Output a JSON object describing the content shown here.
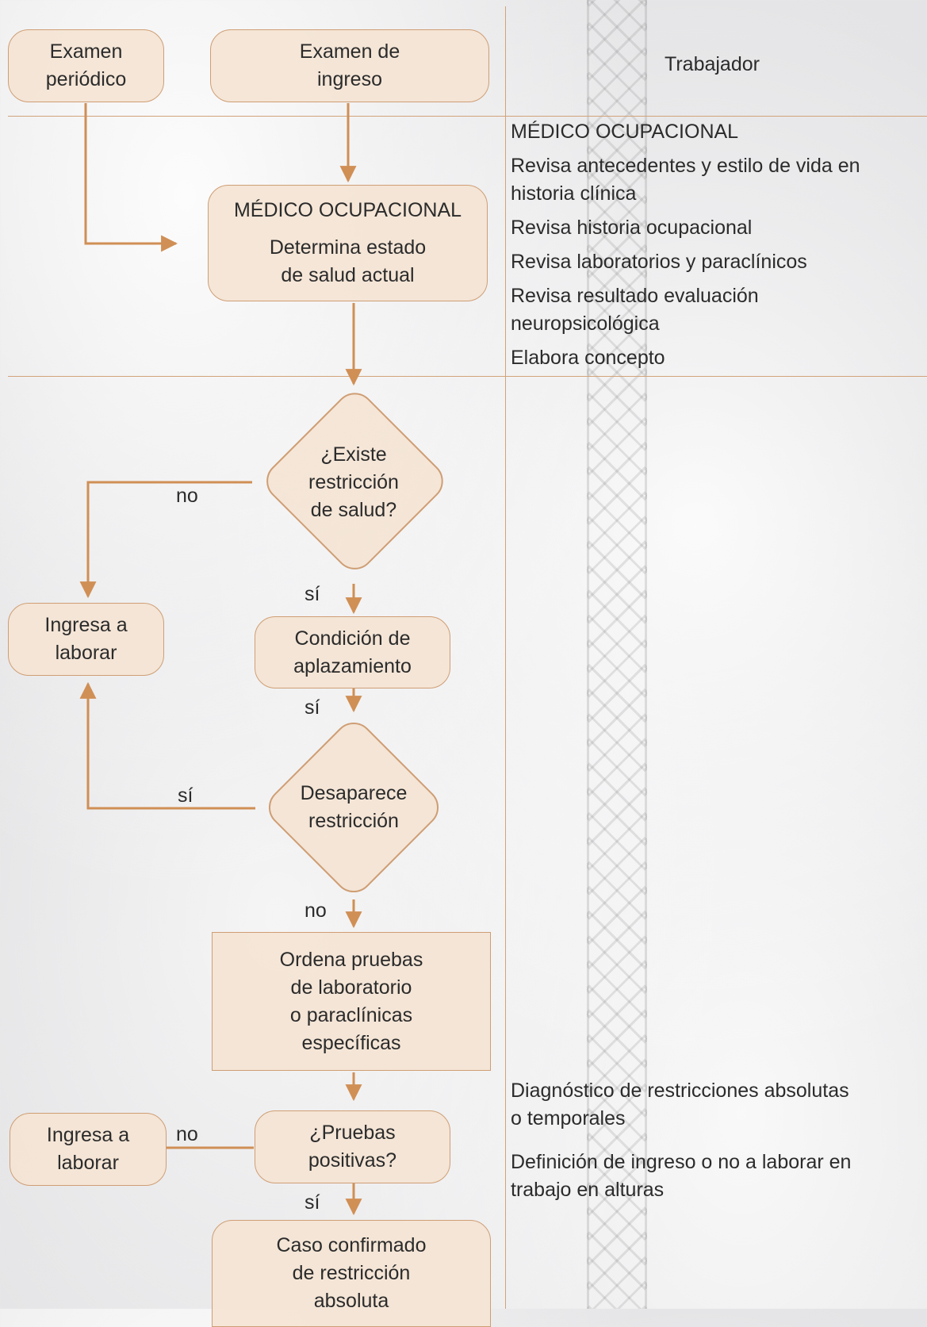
{
  "header": {
    "lane_title": "Trabajador"
  },
  "flow": {
    "periodic_exam": [
      "Examen",
      "periódico"
    ],
    "entry_exam": [
      "Examen de",
      "ingreso"
    ],
    "physician_box": {
      "title": "MÉDICO OCUPACIONAL",
      "lines": [
        "Determina estado",
        "de salud actual"
      ]
    },
    "decision_restriction": [
      "¿Existe",
      "restricción",
      "de salud?"
    ],
    "work_entry_1": [
      "Ingresa a",
      "laborar"
    ],
    "postponement": [
      "Condición de",
      "aplazamiento"
    ],
    "decision_disappears": [
      "Desaparece",
      "restricción"
    ],
    "order_tests": [
      "Ordena pruebas",
      "de laboratorio",
      "o paraclínicas",
      "específicas"
    ],
    "decision_positive": [
      "¿Pruebas",
      "positivas?"
    ],
    "work_entry_2": [
      "Ingresa a",
      "laborar"
    ],
    "confirmed_case": [
      "Caso confirmado",
      "de restricción",
      "absoluta"
    ]
  },
  "edge_labels": {
    "no_restriction": "no",
    "yes_restriction": "sí",
    "yes_postponement": "sí",
    "yes_disappears": "sí",
    "no_disappears": "no",
    "no_positive": "no",
    "yes_positive": "sí"
  },
  "side_panel": {
    "section1": {
      "title": "MÉDICO OCUPACIONAL",
      "items": [
        [
          "Revisa antecedentes y estilo de vida en",
          "historia clínica"
        ],
        [
          "Revisa historia ocupacional"
        ],
        [
          "Revisa laboratorios y paraclínicos"
        ],
        [
          "Revisa resultado evaluación",
          "neuropsicológica"
        ],
        [
          "Elabora concepto"
        ]
      ]
    },
    "section2": {
      "items": [
        [
          "Diagnóstico de restricciones absolutas",
          "o temporales"
        ],
        [
          "Definición de ingreso o no a laborar en",
          "trabajo en alturas"
        ]
      ]
    }
  },
  "colors": {
    "accent": "#d08f55",
    "box_fill": "#f4e4d4",
    "box_border": "#cf9e74"
  }
}
